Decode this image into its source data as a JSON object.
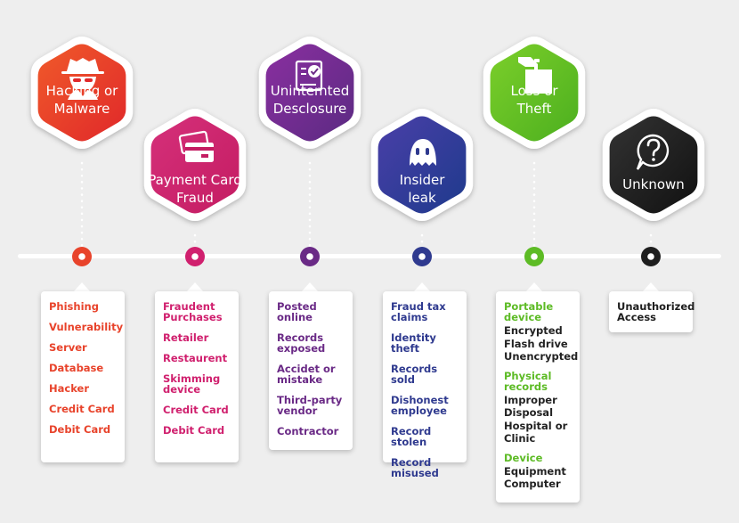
{
  "categories": [
    {
      "id": "hacking",
      "title": [
        "Hacking or",
        "Malware"
      ],
      "icon": "hacker-spy-icon",
      "color": "#e8432b",
      "items": [
        "Phishing",
        "Vulnerability",
        "Server",
        "Database",
        "Hacker",
        "Credit Card",
        "Debit Card"
      ]
    },
    {
      "id": "payment",
      "title": [
        "Payment Card",
        "Fraud"
      ],
      "icon": "payment-cards-icon",
      "color": "#d0206e",
      "items": [
        "Fraudent Purchases",
        "Retailer",
        "Restaurent",
        "Skimming device",
        "Credit Card",
        "Debit Card"
      ]
    },
    {
      "id": "disclosure",
      "title": [
        "Unintemted",
        "Desclosure"
      ],
      "icon": "certificate-check-icon",
      "color": "#6a2a86",
      "items": [
        "Posted online",
        "Records exposed",
        "Accidet or mistake",
        "Third-party vendor",
        "Contractor"
      ]
    },
    {
      "id": "insider",
      "title": [
        "Insider",
        "leak"
      ],
      "icon": "ghost-icon",
      "color": "#2f3a8f",
      "items": [
        "Fraud tax claims",
        "Identity theft",
        "Records sold",
        "Dishonest employee",
        "Record stolen",
        "Record misused"
      ]
    },
    {
      "id": "loss",
      "title": [
        "Loss or",
        "Theft"
      ],
      "icon": "hand-grab-box-icon",
      "color": "#5dbb25",
      "groups": [
        {
          "title": "Portable device",
          "items": [
            "Encrypted",
            "Flash drive",
            "Unencrypted"
          ]
        },
        {
          "title": "Physical records",
          "items": [
            "Improper",
            "Disposal",
            "Hospital or",
            "Clinic"
          ]
        },
        {
          "title": "Device",
          "items": [
            "Equipment",
            "Computer"
          ]
        }
      ]
    },
    {
      "id": "unknown",
      "title": [
        "Unknown"
      ],
      "icon": "question-bubble-icon",
      "color": "#1e1e1e",
      "items": [
        "Unauthorized Access"
      ]
    }
  ]
}
